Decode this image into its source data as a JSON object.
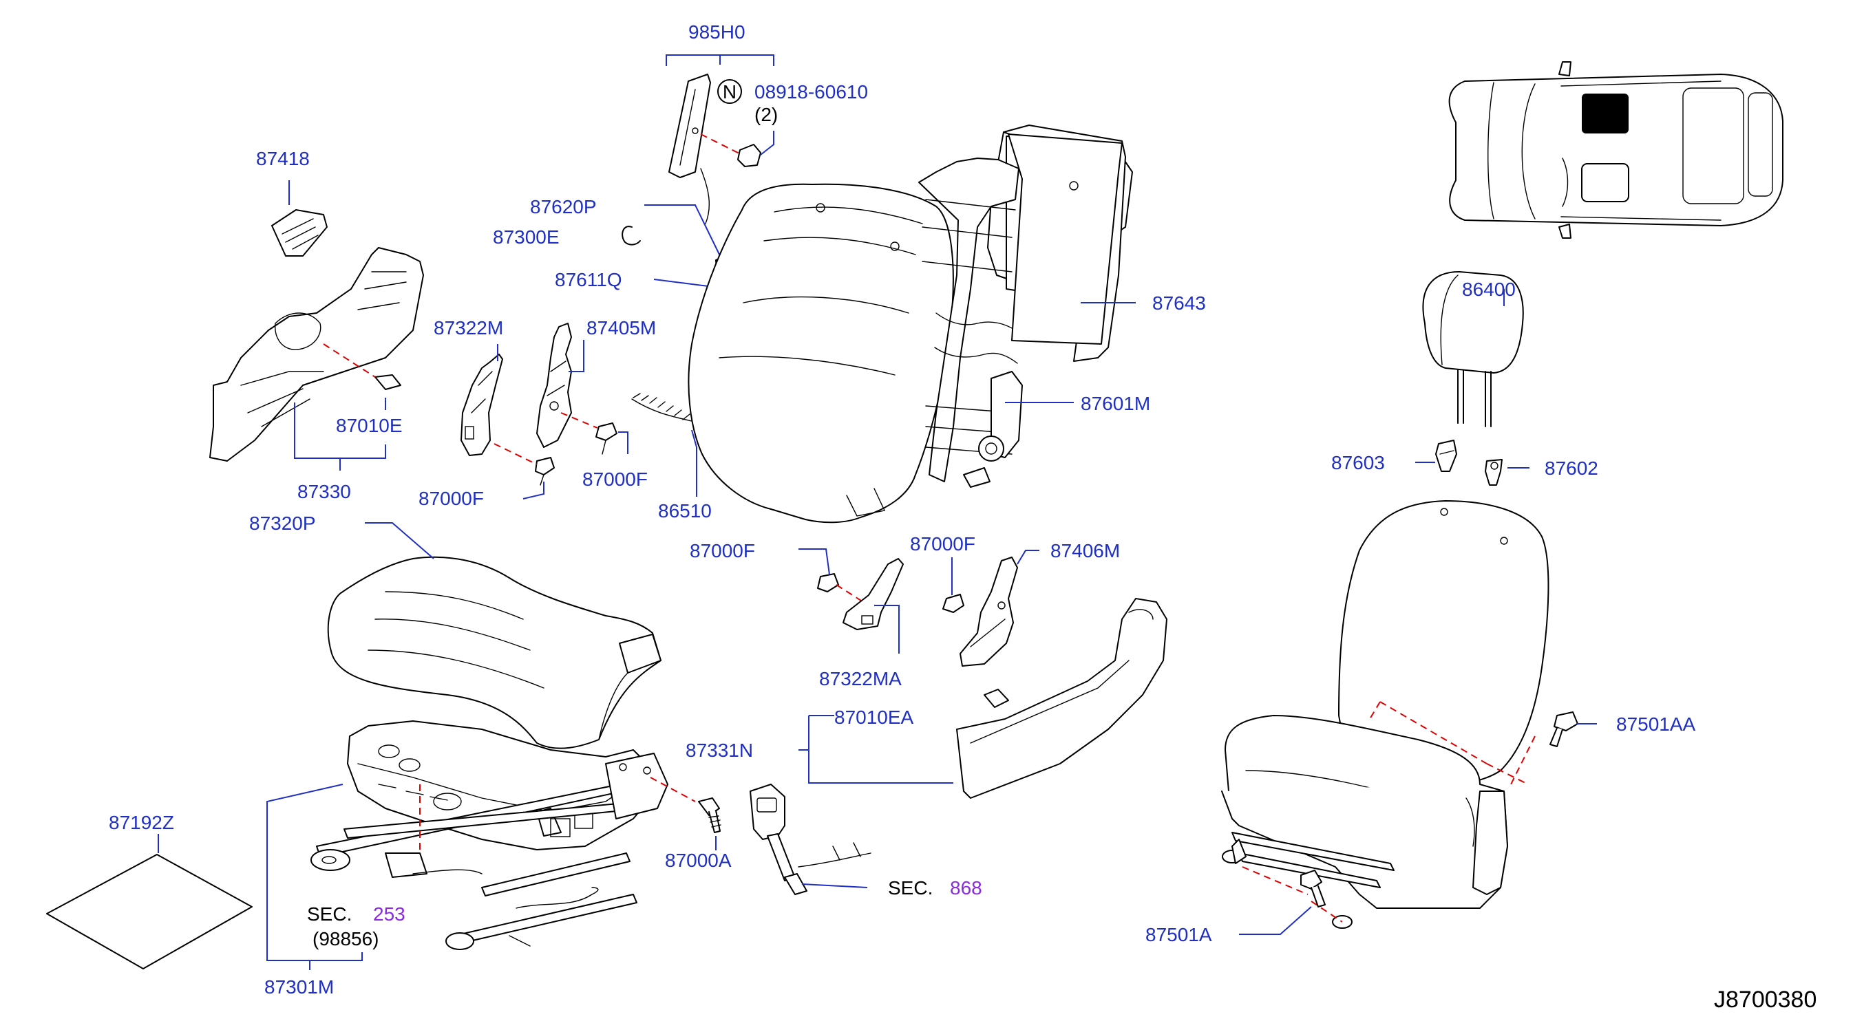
{
  "diagram": {
    "drawing_code": "J8700380",
    "labels": {
      "p985H0": "985H0",
      "p08918": "08918-60610",
      "qty2": "(2)",
      "nut_symbol": "N",
      "p87418": "87418",
      "p87620P": "87620P",
      "p87300E": "87300E",
      "p87611Q": "87611Q",
      "p87322M": "87322M",
      "p87405M": "87405M",
      "p87010E": "87010E",
      "p87330": "87330",
      "p87000F_a": "87000F",
      "p87000F_b": "87000F",
      "p86510": "86510",
      "p87643": "87643",
      "p87601M": "87601M",
      "p86400": "86400",
      "p87603": "87603",
      "p87602": "87602",
      "p87320P": "87320P",
      "p87000F_c": "87000F",
      "p87000F_d": "87000F",
      "p87406M": "87406M",
      "p87322MA": "87322MA",
      "p87010EA": "87010EA",
      "p87331N": "87331N",
      "p87501AA": "87501AA",
      "p87192Z": "87192Z",
      "p87000A": "87000A",
      "sec_a": "SEC.",
      "sec_a_num": "868",
      "sec_b": "SEC.",
      "sec_b_num": "253",
      "p98856": "(98856)",
      "p87301M": "87301M",
      "p87501A": "87501A"
    }
  },
  "colors": {
    "label": "#1f2fc4",
    "section_ref": "#8a2be2",
    "guide_dash": "#e00000",
    "line": "#000000"
  }
}
